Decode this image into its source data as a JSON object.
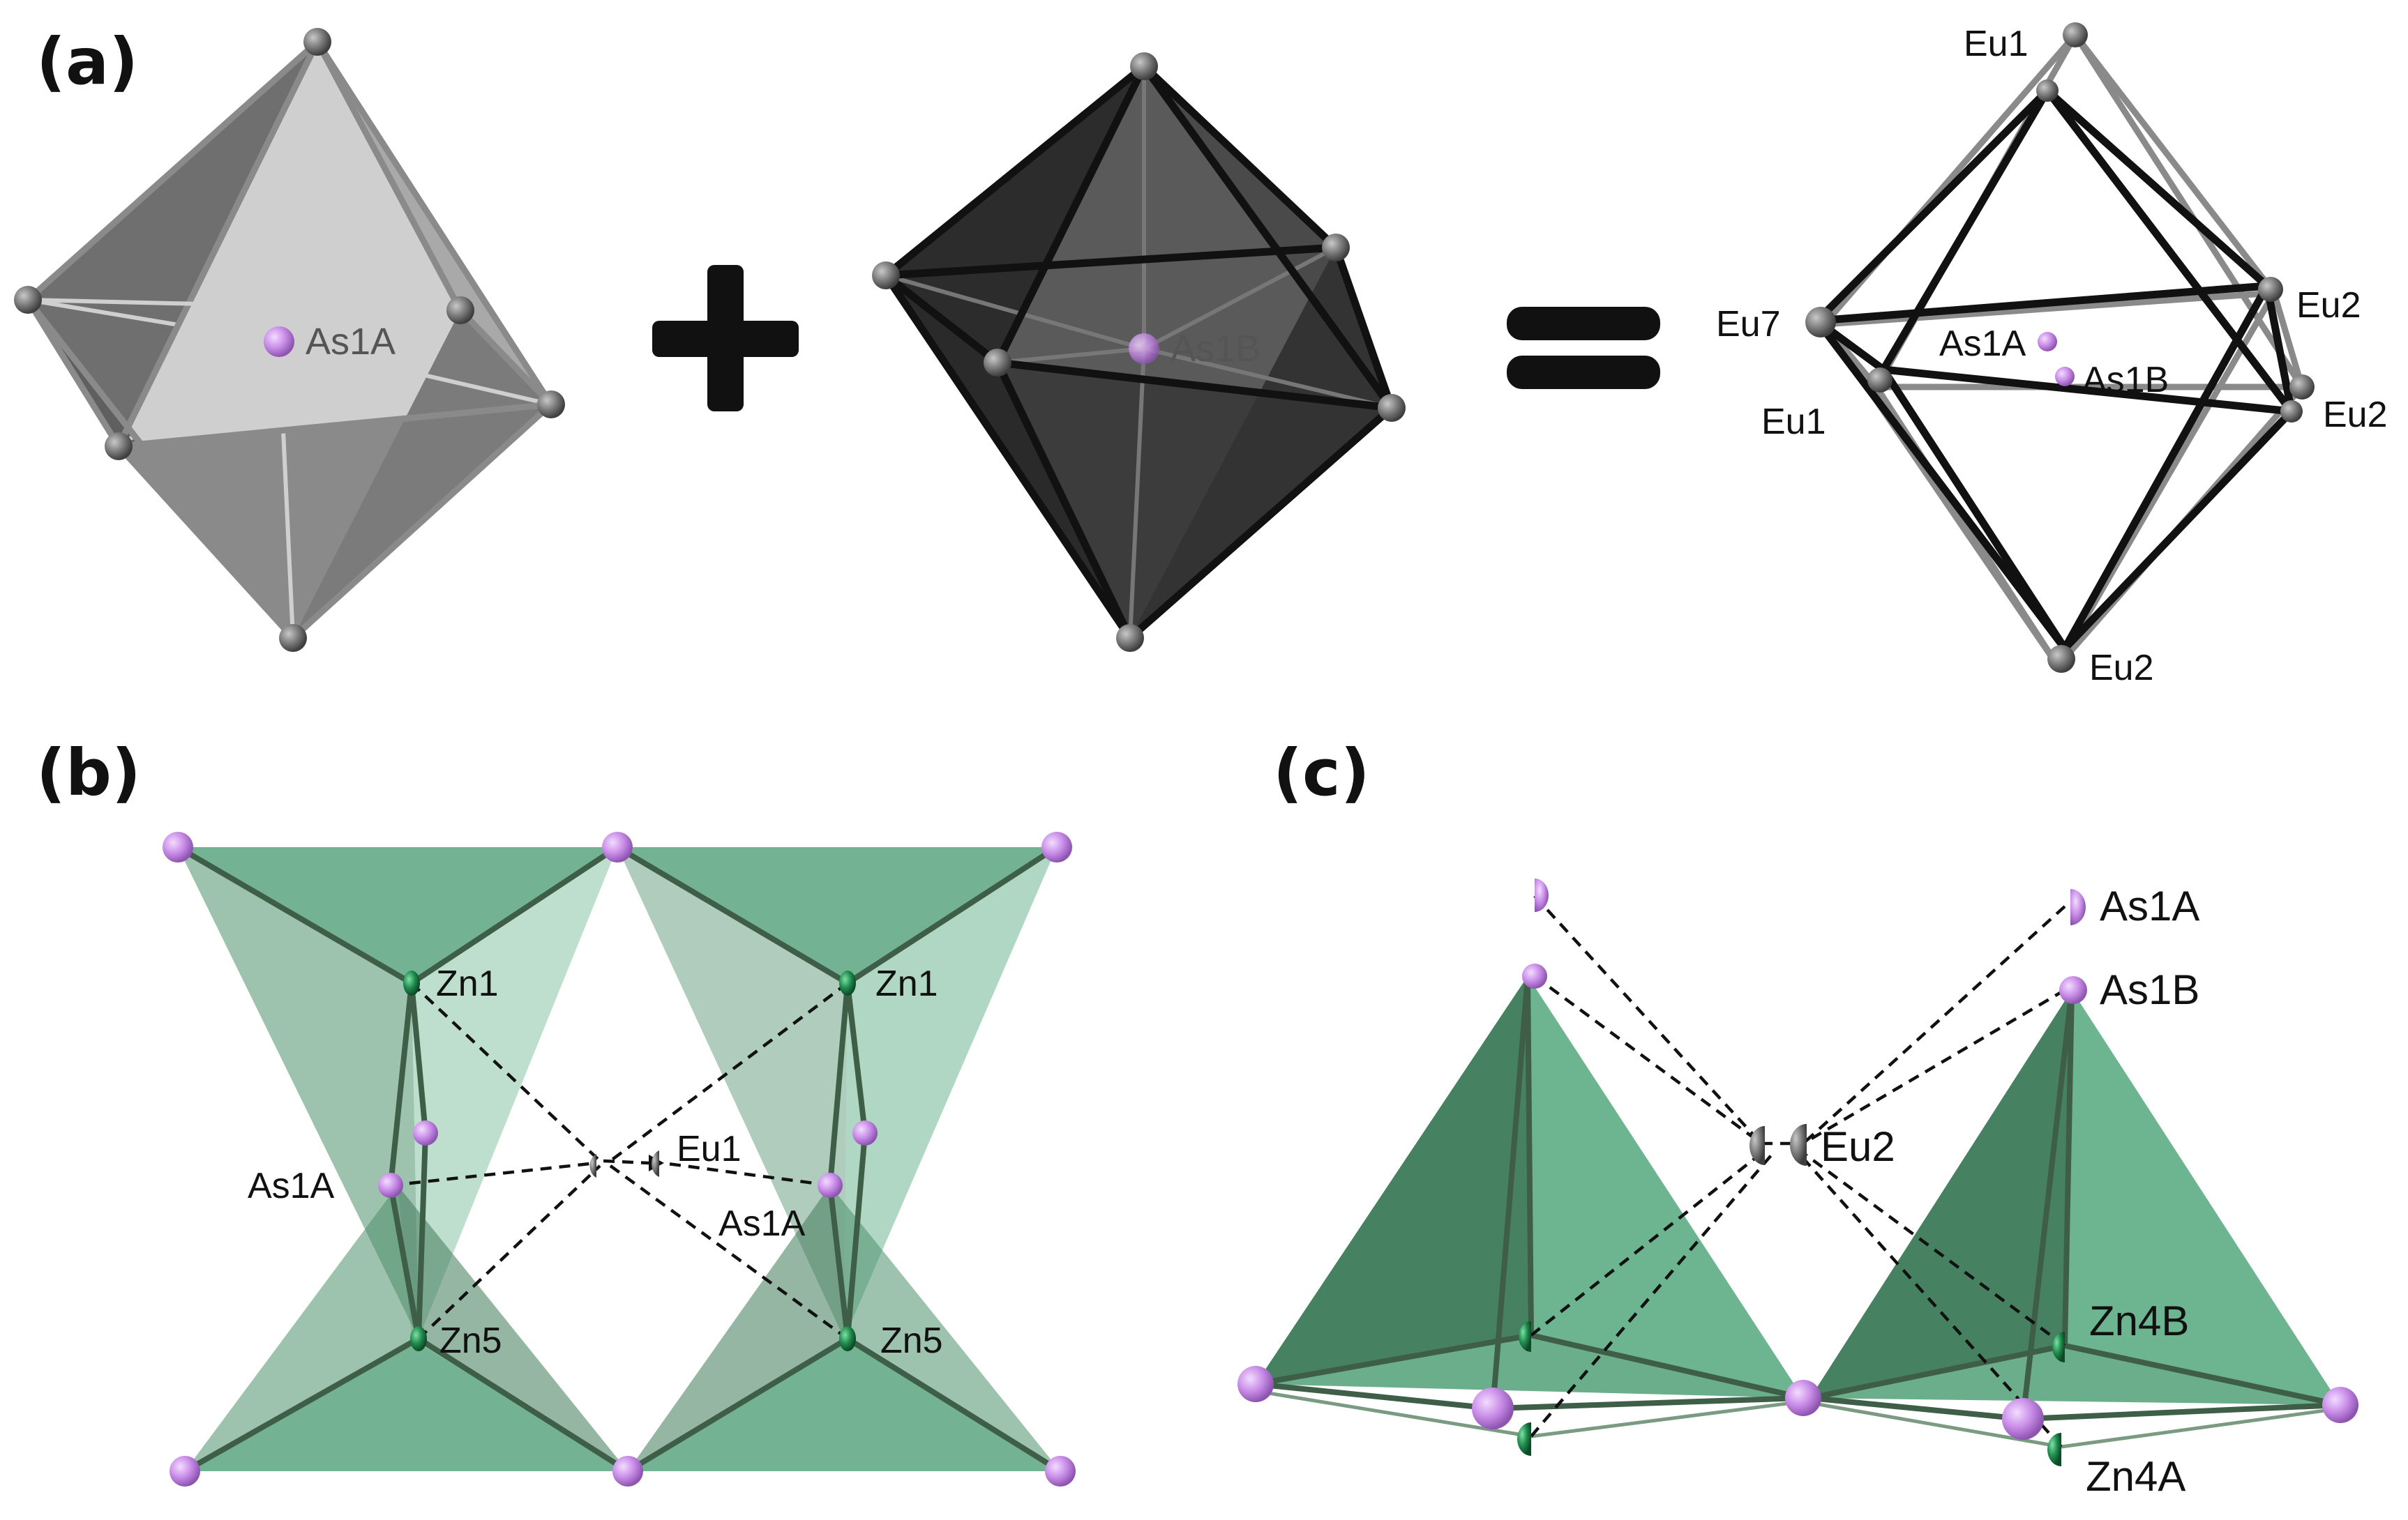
{
  "figure": {
    "panels": {
      "a": {
        "label": "(a)",
        "left_polyhedron": {
          "center_label": "As1A"
        },
        "right_polyhedron": {
          "center_label": "As1B"
        },
        "operators": {
          "plus": "+",
          "equals": "="
        },
        "combined": {
          "labels": {
            "eu1_top": "Eu1",
            "eu7": "Eu7",
            "as1a": "As1A",
            "as1b": "As1B",
            "eu2_upper": "Eu2",
            "eu1_left": "Eu1",
            "eu2_right": "Eu2",
            "eu2_bottom": "Eu2"
          }
        }
      },
      "b": {
        "label": "(b)",
        "labels": {
          "zn1_left": "Zn1",
          "zn1_right": "Zn1",
          "eu1": "Eu1",
          "as1a_left": "As1A",
          "as1a_right": "As1A",
          "zn5_left": "Zn5",
          "zn5_right": "Zn5"
        }
      },
      "c": {
        "label": "(c)",
        "labels": {
          "as1a": "As1A",
          "as1b": "As1B",
          "eu2": "Eu2",
          "zn4b": "Zn4B",
          "zn4a": "Zn4A"
        }
      }
    },
    "colors": {
      "arsenic": "#c98de8",
      "europium": "#7a7a7a",
      "zinc": "#1f8a4c",
      "polyhedron_green": "#5aa57f",
      "polyhedron_light": "#bdbdbd",
      "polyhedron_dark": "#3a3a3a"
    }
  }
}
